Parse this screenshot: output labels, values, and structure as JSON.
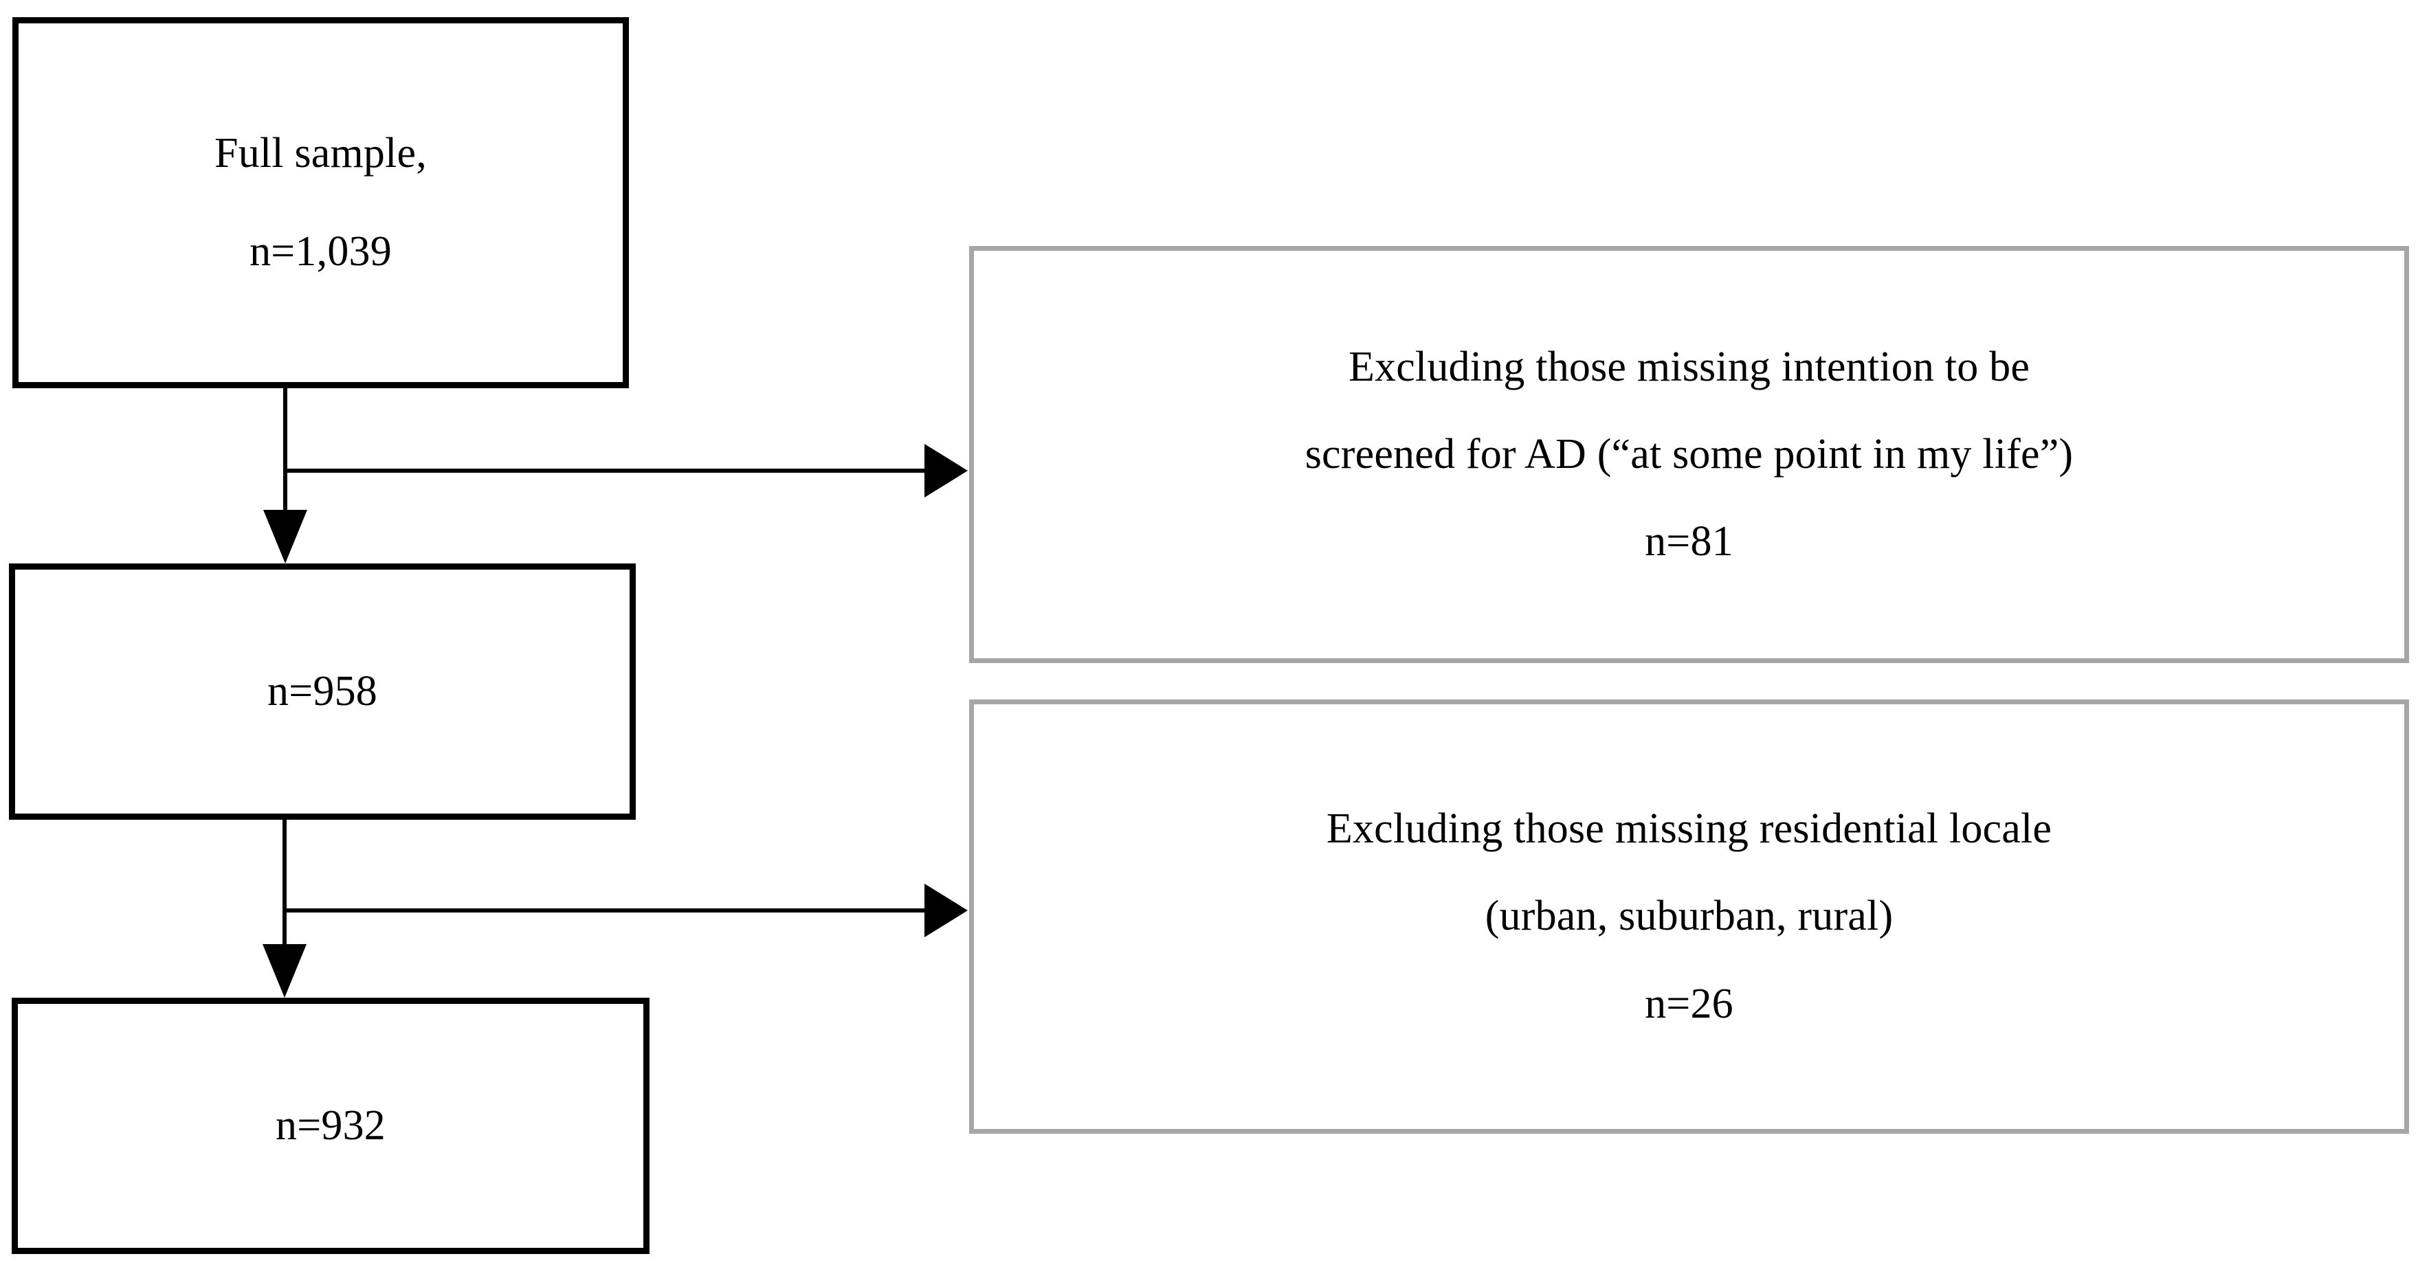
{
  "diagram": {
    "type": "study-sample-flowchart",
    "colors": {
      "primary_border": "#000000",
      "exclusion_border": "#a6a6a6",
      "text": "#000000",
      "background": "#ffffff",
      "connector": "#000000"
    },
    "primary_nodes": [
      {
        "id": "full-sample",
        "lines": [
          "Full sample,",
          "n=1,039"
        ],
        "line1": "Full sample,",
        "line2": "n=1,039"
      },
      {
        "id": "stage-2",
        "lines": [
          "n=958"
        ],
        "line1": "n=958"
      },
      {
        "id": "stage-3",
        "lines": [
          "n=932"
        ],
        "line1": "n=932"
      }
    ],
    "exclusion_nodes": [
      {
        "id": "exclude-1",
        "line1": "Excluding those missing intention to be",
        "line2": "screened for AD (“at some point in my life”)",
        "line3": "n=81",
        "count": "81"
      },
      {
        "id": "exclude-2",
        "line1": "Excluding those missing residential locale",
        "line2": "(urban, suburban, rural)",
        "line3": "n=26",
        "count": "26"
      }
    ],
    "connectors": [
      {
        "id": "full-sample-to-stage-2",
        "from": "full-sample",
        "to": "stage-2",
        "direction": "down"
      },
      {
        "id": "full-sample-to-exclude-1",
        "from": "full-sample",
        "to": "exclude-1",
        "direction": "right"
      },
      {
        "id": "stage-2-to-stage-3",
        "from": "stage-2",
        "to": "stage-3",
        "direction": "down"
      },
      {
        "id": "stage-2-to-exclude-2",
        "from": "stage-2",
        "to": "exclude-2",
        "direction": "right"
      }
    ]
  }
}
